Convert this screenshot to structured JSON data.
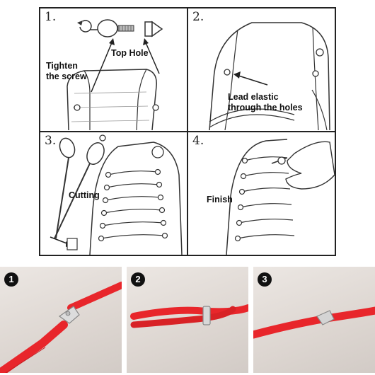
{
  "instructions": {
    "steps": [
      {
        "number": "1.",
        "labels": {
          "tighten": "Tighten\nthe screw",
          "top_hole": "Top Hole"
        }
      },
      {
        "number": "2.",
        "labels": {
          "lead": "Lead elastic\nthrough the holes"
        }
      },
      {
        "number": "3.",
        "labels": {
          "cutting": "Cutting"
        }
      },
      {
        "number": "4.",
        "labels": {
          "finish": "Finish"
        }
      }
    ]
  },
  "photos": [
    {
      "badge": "1"
    },
    {
      "badge": "2"
    },
    {
      "badge": "3"
    }
  ],
  "colors": {
    "lace": "#e8262b",
    "line": "#333333"
  }
}
